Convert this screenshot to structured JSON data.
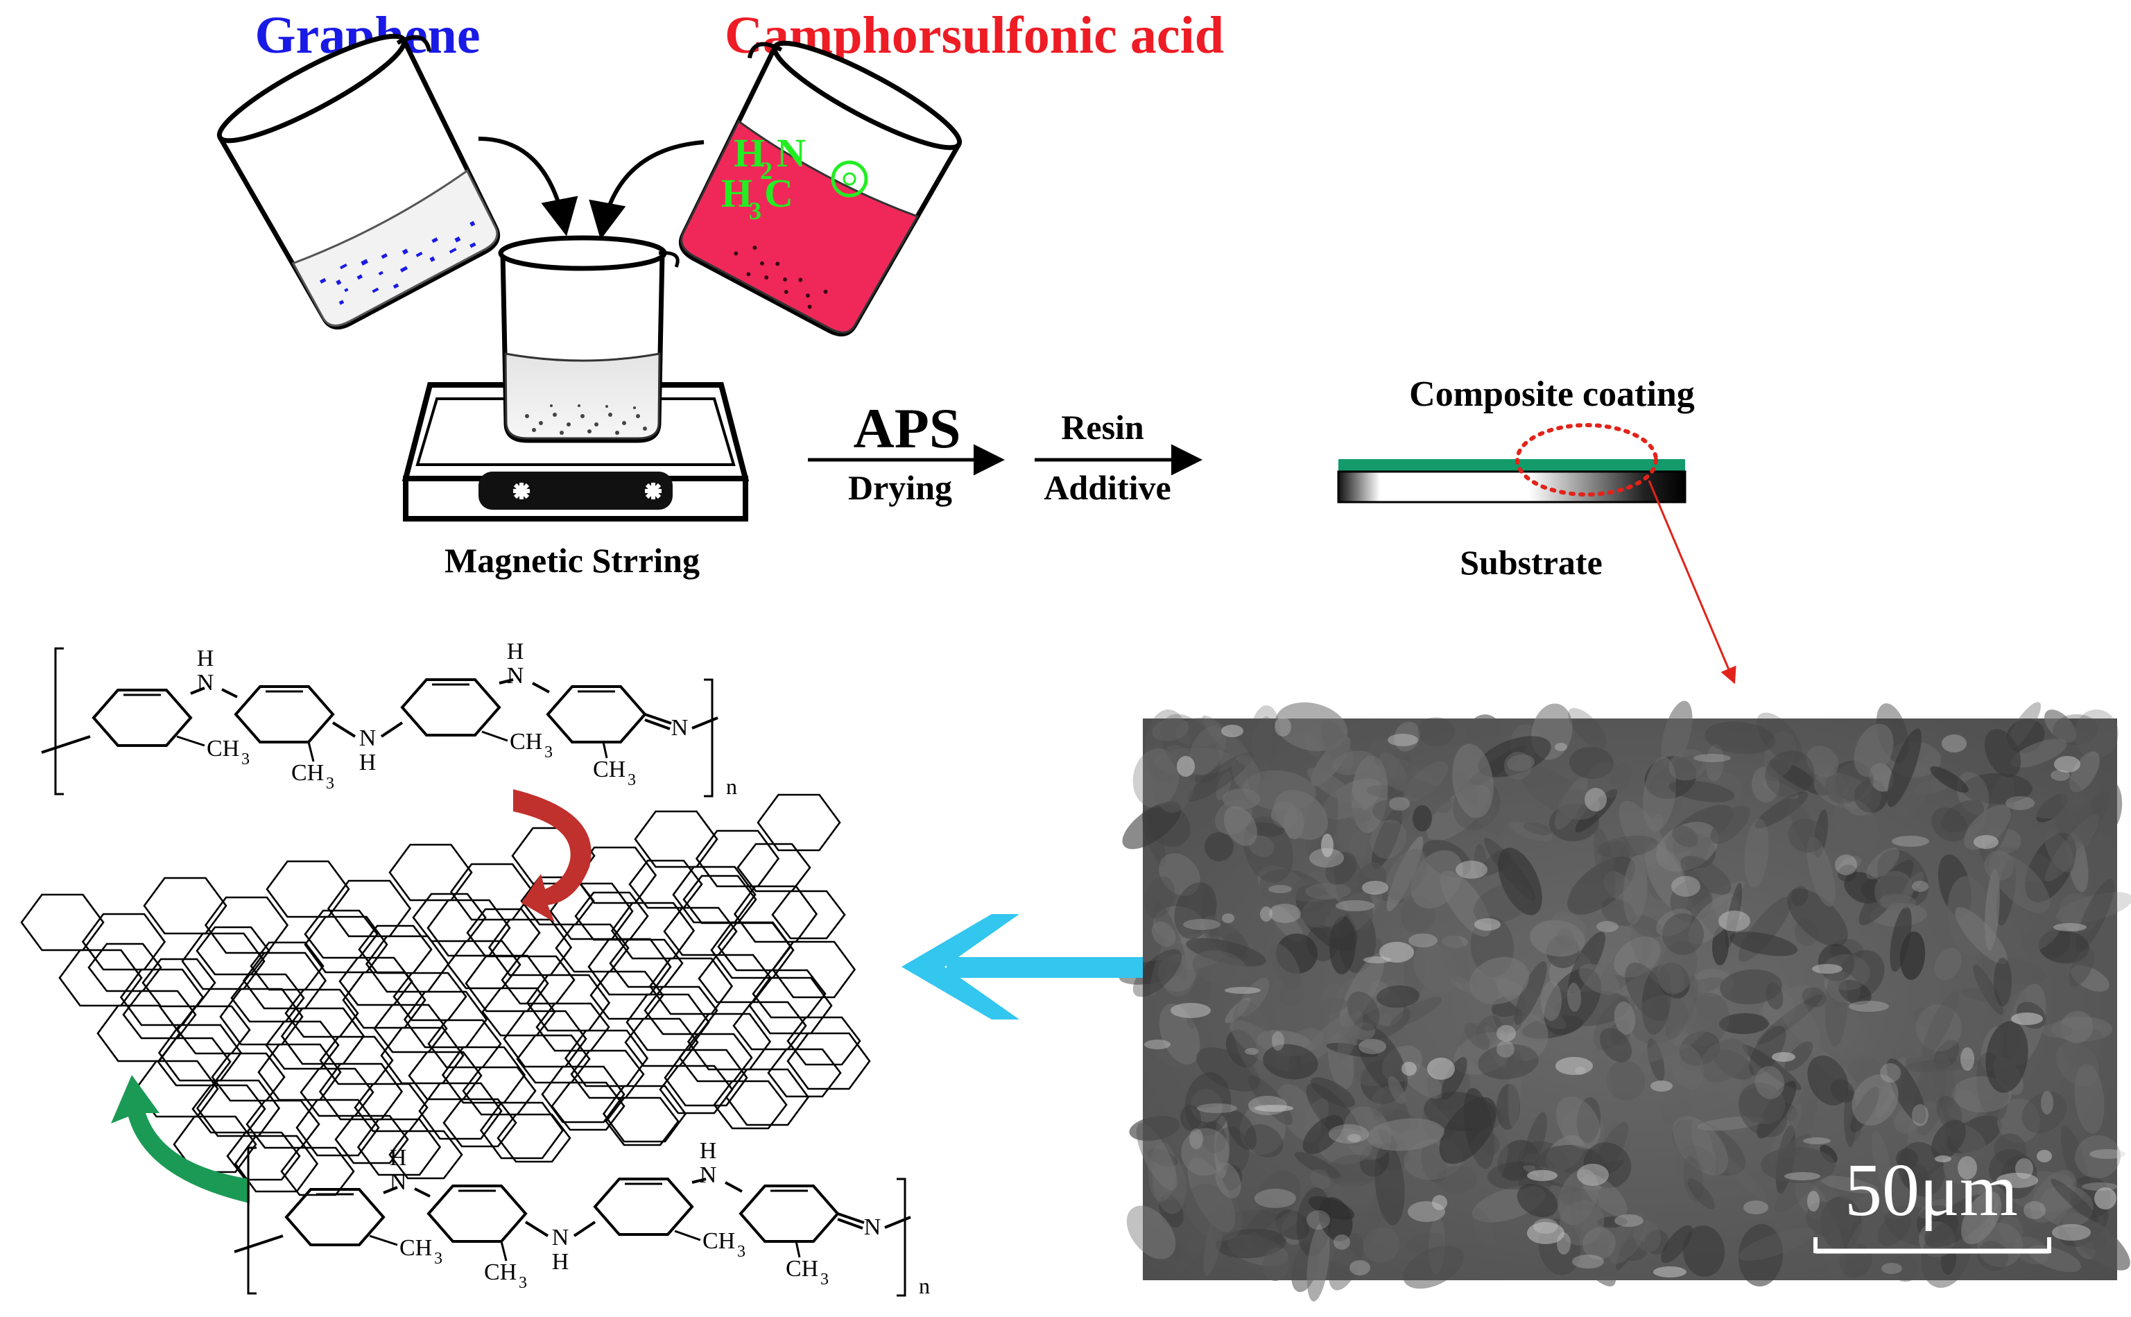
{
  "labels": {
    "graphene": "Graphene",
    "csa": "Camphorsulfonic acid",
    "magnetic": "Magnetic Strring",
    "aps": "APS",
    "drying": "Drying",
    "resin": "Resin",
    "additive": "Additive",
    "composite": "Composite coating",
    "substrate": "Substrate",
    "scale": "50μm"
  },
  "formula": {
    "amine_h": "H",
    "amine_n": "N",
    "methyl_h": "H",
    "methyl_sub": "3",
    "methyl_c": "C",
    "polymer_nh_n": "N",
    "polymer_nh_h": "H",
    "ch3_text": "CH",
    "ch3_sub": "3",
    "imine_n": "N",
    "repeat_n": "n"
  },
  "colors": {
    "graphene_label": "#1a1ae6",
    "csa_label": "#ee1c25",
    "acid_liquid": "#f0285a",
    "formula_green": "#22ee22",
    "coating_green": "#139b6c",
    "sem_arrow": "#33c6ee",
    "curve_red": "#c0302c",
    "curve_green": "#1a9a55",
    "pointer_red": "#e2231a"
  }
}
